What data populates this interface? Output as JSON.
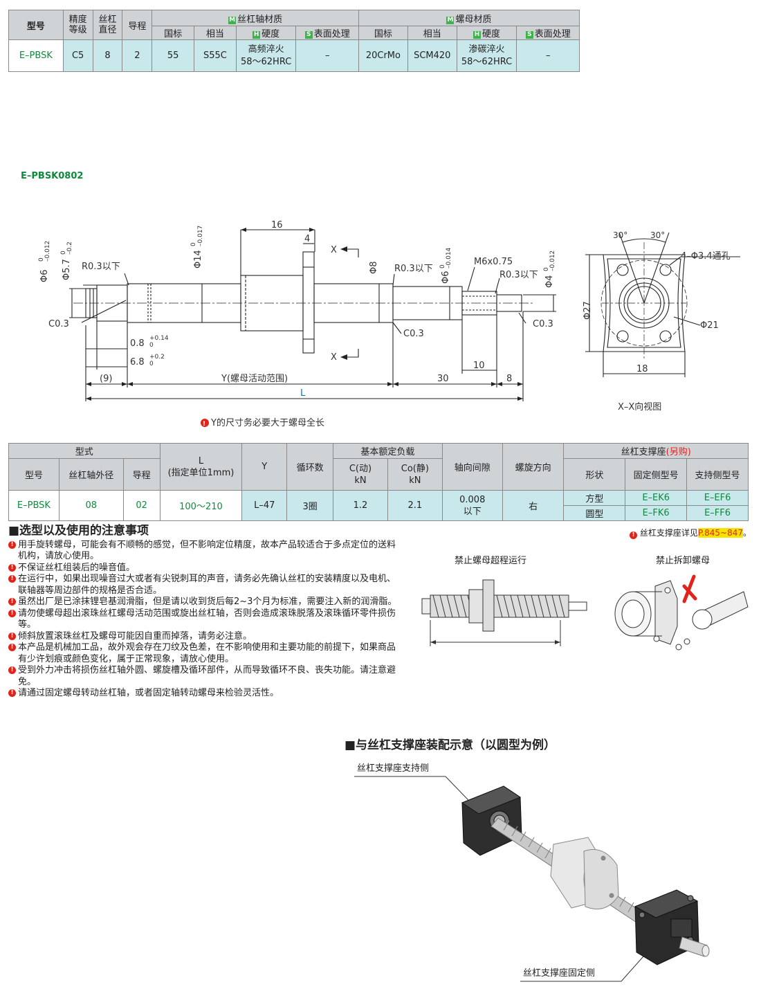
{
  "spec_table": {
    "h_model": "型号",
    "h_grade": "精度\n等级",
    "h_dia": "丝杠\n直径",
    "h_lead": "导程",
    "h_shaft_material": "丝杠轴材质",
    "h_nut_material": "螺母材质",
    "sub": [
      "国标",
      "相当",
      "硬度",
      "表面处理",
      "国标",
      "相当",
      "硬度",
      "表面处理"
    ],
    "tags": {
      "m": "M",
      "h": "H",
      "s": "S"
    },
    "row": {
      "model": "E–PBSK",
      "grade": "C5",
      "dia": "8",
      "lead": "2",
      "shaft_gb": "55",
      "shaft_eq": "S55C",
      "shaft_hard1": "高频淬火",
      "shaft_hard2": "58～62HRC",
      "shaft_surface": "–",
      "nut_gb": "20CrMo",
      "nut_eq": "SCM420",
      "nut_hard1": "渗碳淬火",
      "nut_hard2": "58～62HRC",
      "nut_surface": "–"
    }
  },
  "drawing": {
    "code": "E–PBSK0802",
    "labels": {
      "d6": "Φ6",
      "d6_tol_top": "0",
      "d6_tol_bot": "–0.012",
      "d57": "Φ5.7",
      "d57_tol_top": "0",
      "d57_tol_bot": "–0.2",
      "r03a": "R0.3以下",
      "d14": "Φ14",
      "d14_tol_top": "0",
      "d14_tol_bot": "–0.017",
      "w16": "16",
      "w4": "4",
      "x": "X",
      "d8": "Φ8",
      "r03b": "R0.3以下",
      "d6b": "Φ6",
      "d6b_tol_top": "0",
      "d6b_tol_bot": "–0.014",
      "m6": "M6x0.75",
      "r03c": "R0.3以下",
      "d4": "Φ4",
      "d4_tol_top": "0",
      "d4_tol_bot": "–0.012",
      "c03a": "C0.3",
      "c03b": "C0.3",
      "c03c": "C0.3",
      "g08": "0.8",
      "g08_tol_top": "+0.14",
      "g08_tol_bot": "0",
      "g68": "6.8",
      "g68_tol_top": "+0.2",
      "g68_tol_bot": "0",
      "dim9": "(9)",
      "dimY": "Y(螺母活动范围)",
      "dim30": "30",
      "dim10": "10",
      "dim8": "8",
      "dimL": "L",
      "a30l": "30°",
      "a30r": "30°",
      "holes": "4–Φ3.4通孔",
      "d27": "Φ27",
      "d21": "Φ21",
      "w18": "18",
      "view": "X–X向视图"
    },
    "note": "Y的尺寸务必要大于螺母全长"
  },
  "select_table": {
    "h_type": "型式",
    "h_model": "型号",
    "h_od": "丝杠轴外径",
    "h_lead": "导程",
    "h_L": "L",
    "h_L2": "(指定单位1mm)",
    "h_Y": "Y",
    "h_turns": "循环数",
    "h_load": "基本额定负载",
    "h_c": "C(动)\nkN",
    "h_co": "Co(静)\nkN",
    "h_backlash": "轴向间隙",
    "h_dir": "螺旋方向",
    "h_support": "丝杠支撑座",
    "h_support_note": "(另购)",
    "h_shape": "形状",
    "h_fixed": "固定侧型号",
    "h_sup": "支持侧型号",
    "row": {
      "model": "E–PBSK",
      "od": "08",
      "lead": "02",
      "L": "100～210",
      "Y": "L–47",
      "turns": "3圈",
      "c": "1.2",
      "co": "2.1",
      "backlash": "0.008\n以下",
      "dir": "右",
      "shape1": "方型",
      "fixed1": "E–EK6",
      "sup1": "E–EF6",
      "shape2": "圆型",
      "fixed2": "E–FK6",
      "sup2": "E–FF6"
    }
  },
  "notes": {
    "title": "■选型以及使用的注意事项",
    "side_prefix": "丝杠支撑座详见",
    "side_pages": "P.845~847",
    "side_suffix": "。",
    "items": [
      "用手旋转螺母，可能会有不顺畅的感觉，但不影响定位精度，故本产品较适合于多点定位的送料机构，请放心使用。",
      "不保证丝杠组装后的噪音值。",
      "在运行中，如果出现噪音过大或者有尖锐刺耳的声音，请务必先确认丝杠的安装精度以及电机、联轴器等周边部件的规格是否合适。",
      "虽然出厂是已涂抹锂皂基润滑脂，但是请以收到货后每2~3个月为标准，需要注入新的润滑脂。",
      "请勿使螺母超出滚珠丝杠螺母活动范围或旋出丝杠轴，否则会造成滚珠脱落及滚珠循环零件损伤等。",
      "倾斜放置滚珠丝杠及螺母可能因自重而掉落，请务必注意。",
      "本产品是机械加工品，故外观会存在刀纹及色差，在不影响使用和主要功能的前提下，如果商品有少许划痕或颜色变化，属于正常现象，请放心使用。",
      "受到外力冲击将损伤丝杠轴外圆、螺旋槽及循环部件，从而导致循环不良、丧失功能。请注意避免。",
      "请通过固定螺母转动丝杠轴，或者固定轴转动螺母来检验灵活性。"
    ]
  },
  "figures": {
    "cap1": "禁止螺母超程运行",
    "cap2": "禁止拆卸螺母",
    "section2": "■与丝杠支撑座装配示意（以圆型为例）",
    "label_support": "丝杠支撑座支持侧",
    "label_fixed": "丝杠支撑座固定侧"
  }
}
